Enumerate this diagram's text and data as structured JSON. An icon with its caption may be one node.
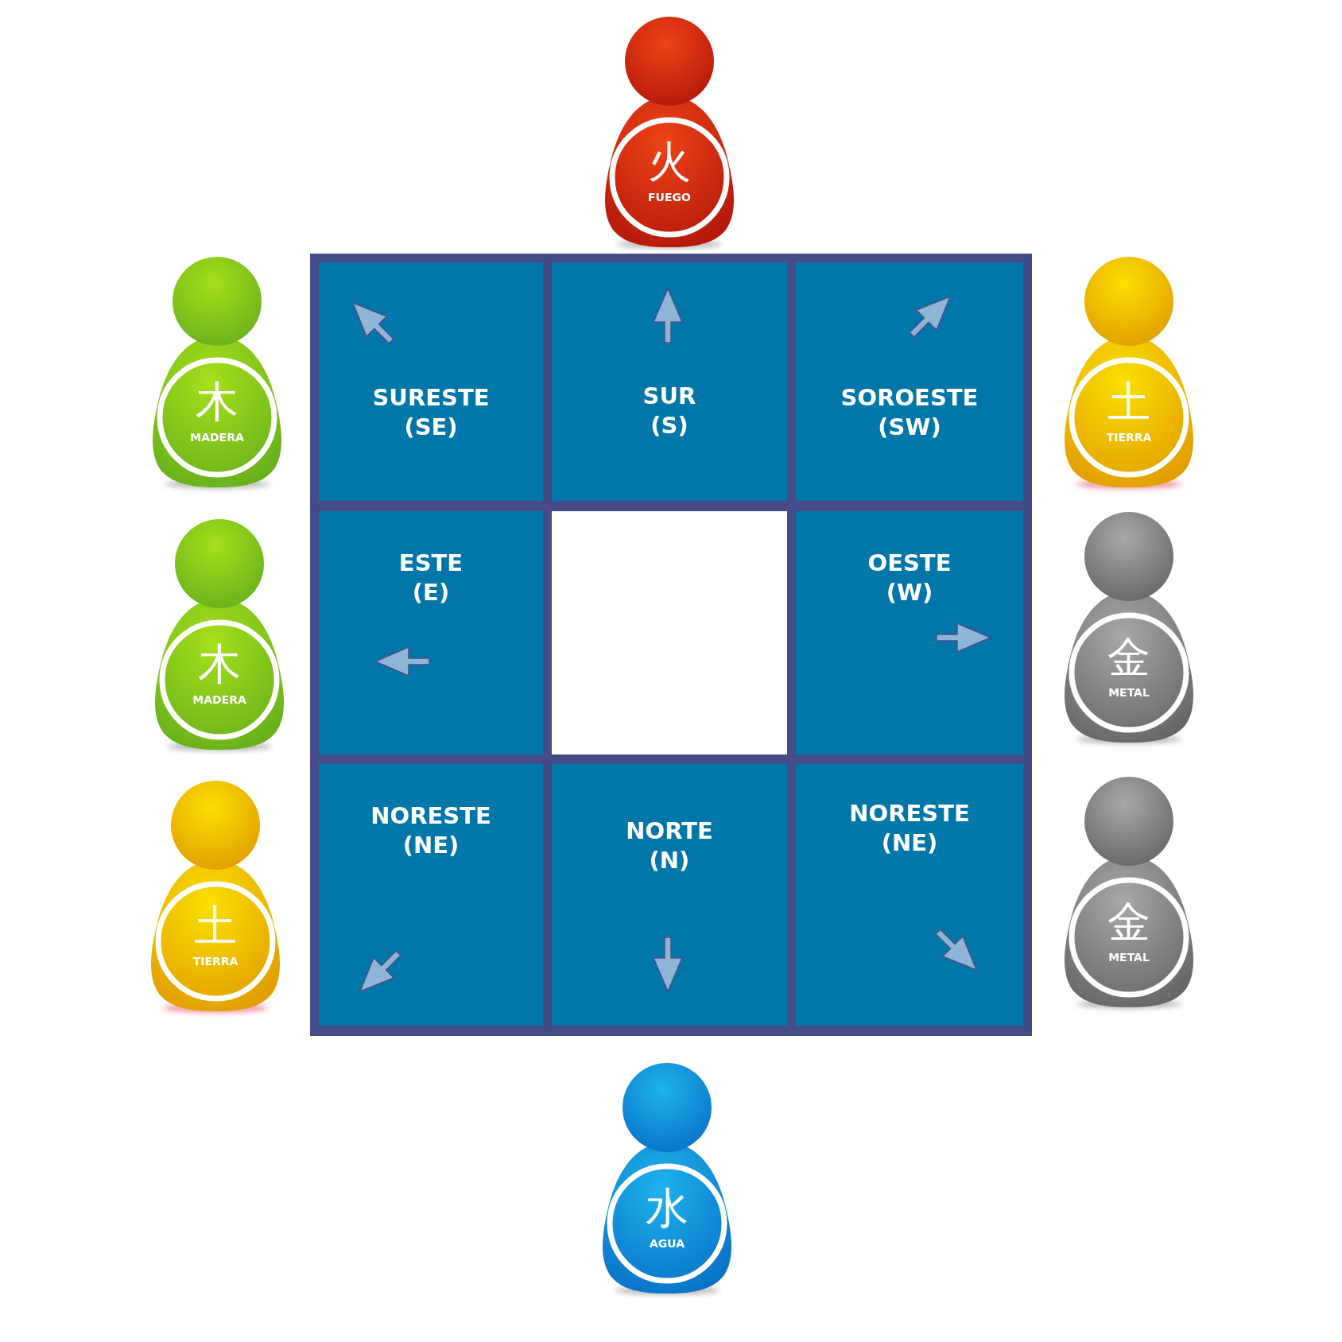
{
  "diagram": {
    "nodes": [
      {
        "text": [
          "火",
          "FUEGO"
        ]
      },
      {
        "text": [
          "木",
          "MADERA"
        ]
      },
      {
        "text": [
          "SURESTE (SE)"
        ]
      },
      {
        "text": [
          "SUR (S)"
        ]
      },
      {
        "text": [
          "SOROESTE (SW)"
        ]
      },
      {
        "text": [
          "土",
          "TIERRA"
        ]
      },
      {
        "text": [
          "木",
          "MADERA"
        ]
      },
      {
        "text": [
          "ESTE (E)"
        ]
      },
      {
        "text": [],
        "shape": "box"
      },
      {
        "text": [
          "OESTE (W)"
        ]
      },
      {
        "text": [
          "金",
          "METAL"
        ]
      },
      {
        "text": [
          "土",
          "TIERRA"
        ]
      },
      {
        "text": [
          "NORESTE (NE)"
        ]
      },
      {
        "text": [
          "NORTE (N)"
        ]
      },
      {
        "text": [
          "NORESTE (NE)"
        ]
      },
      {
        "text": [
          "金",
          "METAL"
        ]
      },
      {
        "text": [
          "水",
          "AGUA"
        ]
      }
    ]
  }
}
